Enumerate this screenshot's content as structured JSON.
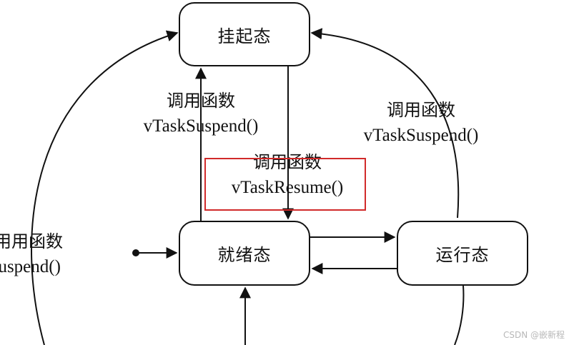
{
  "states": {
    "suspended": "挂起态",
    "ready": "就绪态",
    "running": "运行态"
  },
  "labels": {
    "left_up": {
      "line1": "调用函数",
      "line2": "vTaskSuspend()"
    },
    "right_up": {
      "line1": "调用函数",
      "line2": "vTaskSuspend()"
    },
    "resume": {
      "line1": "调用函数",
      "line2": "vTaskResume()"
    },
    "far_left": {
      "line1": "调用用函数",
      "line2": "kSuspend()"
    }
  },
  "highlight_color": "#d12a2a",
  "watermark": "CSDN @嵌新程"
}
